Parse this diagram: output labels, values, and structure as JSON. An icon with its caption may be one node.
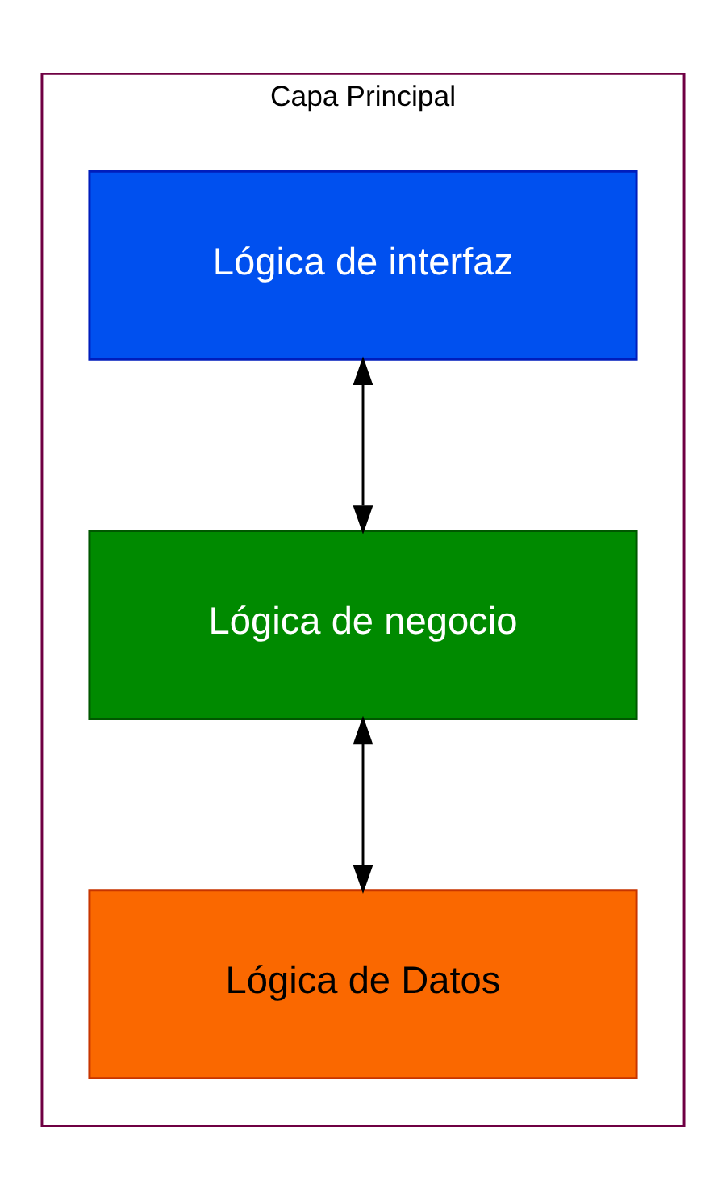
{
  "diagram": {
    "nodes": [
      {
        "text": [
          "Capa Principal"
        ]
      },
      {
        "text": [
          "Lógica de interfaz"
        ],
        "in": 0
      },
      {
        "text": [
          "Lógica de negocio"
        ],
        "in": 0
      },
      {
        "text": [
          "Lógica de Datos"
        ],
        "in": 0
      }
    ],
    "edges": [
      {
        "from": 1,
        "to": 2,
        "arrow": "both"
      },
      {
        "from": 2,
        "to": 3,
        "arrow": "both"
      }
    ]
  }
}
